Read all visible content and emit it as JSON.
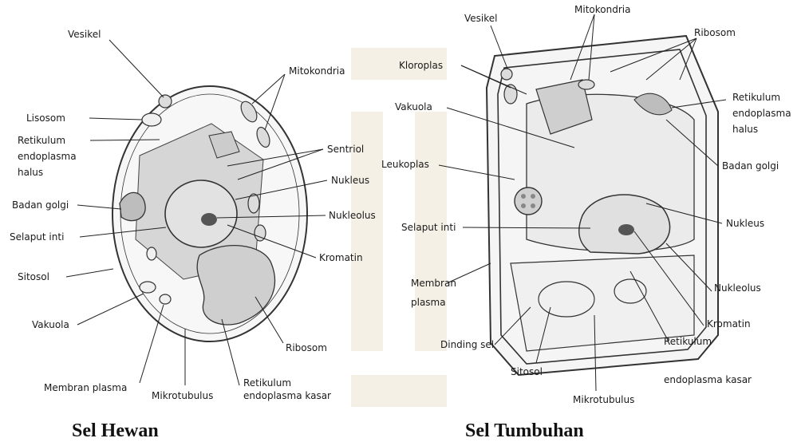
{
  "animal_cell": {
    "caption": "Sel Hewan",
    "labels": {
      "vesikel": "Vesikel",
      "mitokondria": "Mitokondria",
      "lisosom": "Lisosom",
      "retikulum_halus": [
        "Retikulum",
        "endoplasma",
        "halus"
      ],
      "sentriol": "Sentriol",
      "nukleus": "Nukleus",
      "badan_golgi": "Badan golgi",
      "nukleolus": "Nukleolus",
      "selaput_inti": "Selaput inti",
      "kromatin": "Kromatin",
      "sitosol": "Sitosol",
      "vakuola": "Vakuola",
      "ribosom": "Ribosom",
      "membran_plasma": "Membran plasma",
      "retikulum_kasar": [
        "Retikulum",
        "endoplasma kasar"
      ],
      "mikrotubulus": "Mikrotubulus"
    }
  },
  "plant_cell": {
    "caption": "Sel Tumbuhan",
    "labels": {
      "vesikel": "Vesikel",
      "mitokondria": "Mitokondria",
      "ribosom": "Ribosom",
      "kloroplas": "Kloroplas",
      "retikulum_halus": [
        "Retikulum",
        "endoplasma",
        "halus"
      ],
      "vakuola": "Vakuola",
      "badan_golgi": "Badan golgi",
      "leukoplas": "Leukoplas",
      "selaput_inti": "Selaput inti",
      "nukleus": "Nukleus",
      "membran_plasma": [
        "Membran",
        "plasma"
      ],
      "nukleolus": "Nukleolus",
      "kromatin": "Kromatin",
      "dinding_sel": "Dinding sel",
      "retikulum_kasar": [
        "Retikulum",
        "endoplasma kasar"
      ],
      "sitosol": "Sitosol",
      "mikrotubulus": "Mikrotubulus"
    }
  }
}
